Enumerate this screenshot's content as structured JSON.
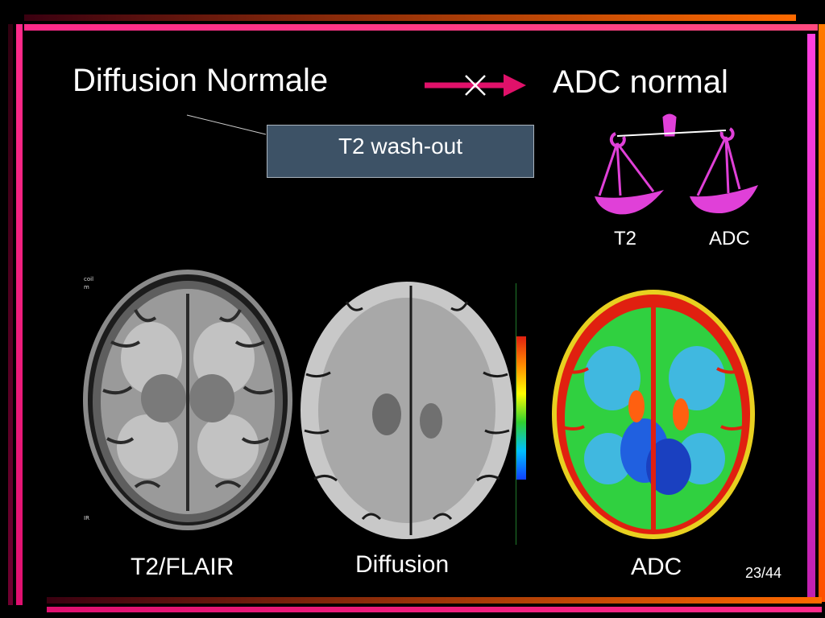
{
  "slide": {
    "title_left": "Diffusion Normale",
    "title_right": "ADC normal",
    "box_text": "T2 wash-out",
    "scale_labels": {
      "left": "T2",
      "right": "ADC"
    },
    "captions": {
      "flair": "T2/FLAIR",
      "diffusion": "Diffusion",
      "adc": "ADC"
    },
    "page_number": "23/44",
    "flair_overlay": {
      "top": "coil",
      "mid": "m",
      "bottom": "IR"
    }
  },
  "colors": {
    "background": "#000000",
    "accent_magenta": "#e0116a",
    "accent_orange": "#ff6a00",
    "accent_pink": "#e040d8",
    "box_fill": "#3d5266"
  }
}
